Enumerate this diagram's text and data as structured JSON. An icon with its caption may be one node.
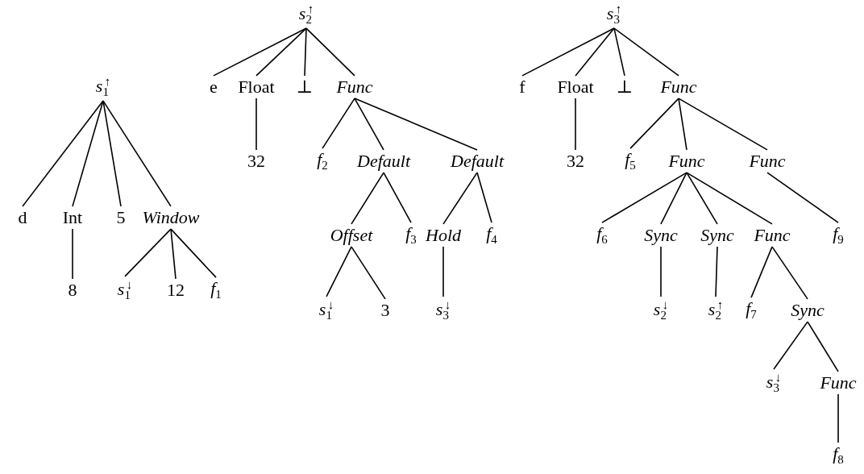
{
  "diagram": {
    "nodes": [
      {
        "text": [
          "*s*$_{1}$$^{↑}$"
        ]
      },
      {
        "text": [
          "d"
        ]
      },
      {
        "text": [
          "Int"
        ]
      },
      {
        "text": [
          "5"
        ]
      },
      {
        "text": [
          "Window"
        ]
      },
      {
        "text": [
          "8"
        ]
      },
      {
        "text": [
          "*s*$_{1}$$^{↓}$"
        ]
      },
      {
        "text": [
          "12"
        ]
      },
      {
        "text": [
          "*f*$_{1}$"
        ]
      },
      {
        "text": [
          "*s*$_{2}$$^{↑}$"
        ]
      },
      {
        "text": [
          "e"
        ]
      },
      {
        "text": [
          "Float"
        ]
      },
      {
        "text": [
          "⊥"
        ]
      },
      {
        "text": [
          "Func"
        ]
      },
      {
        "text": [
          "32"
        ]
      },
      {
        "text": [
          "*f*$_{2}$"
        ]
      },
      {
        "text": [
          "Default"
        ]
      },
      {
        "text": [
          "Default"
        ]
      },
      {
        "text": [
          "Offset"
        ]
      },
      {
        "text": [
          "*f*$_{3}$"
        ]
      },
      {
        "text": [
          "Hold"
        ]
      },
      {
        "text": [
          "*f*$_{4}$"
        ]
      },
      {
        "text": [
          "*s*$_{1}$$^{↓}$"
        ]
      },
      {
        "text": [
          "3"
        ]
      },
      {
        "text": [
          "*s*$_{3}$$^{↓}$"
        ]
      },
      {
        "text": [
          "*s*$_{3}$$^{↑}$"
        ]
      },
      {
        "text": [
          "f"
        ]
      },
      {
        "text": [
          "Float"
        ]
      },
      {
        "text": [
          "⊥"
        ]
      },
      {
        "text": [
          "Func"
        ]
      },
      {
        "text": [
          "32"
        ]
      },
      {
        "text": [
          "*f*$_{5}$"
        ]
      },
      {
        "text": [
          "Func"
        ]
      },
      {
        "text": [
          "Func"
        ]
      },
      {
        "text": [
          "*f*$_{6}$"
        ]
      },
      {
        "text": [
          "Sync"
        ]
      },
      {
        "text": [
          "Sync"
        ]
      },
      {
        "text": [
          "Func"
        ]
      },
      {
        "text": [
          "*f*$_{9}$"
        ]
      },
      {
        "text": [
          "*s*$_{2}$$^{↓}$"
        ]
      },
      {
        "text": [
          "*s*$_{2}$$^{↑}$"
        ]
      },
      {
        "text": [
          "*f*$_{7}$"
        ]
      },
      {
        "text": [
          "Sync"
        ]
      },
      {
        "text": [
          "*s*$_{3}$$^{↓}$"
        ]
      },
      {
        "text": [
          "Func"
        ]
      },
      {
        "text": [
          "*f*$_{8}$"
        ]
      }
    ],
    "edges": [
      {
        "from": 0,
        "to": 1,
        "arrow": "none"
      },
      {
        "from": 0,
        "to": 2,
        "arrow": "none"
      },
      {
        "from": 0,
        "to": 3,
        "arrow": "none"
      },
      {
        "from": 0,
        "to": 4,
        "arrow": "none"
      },
      {
        "from": 2,
        "to": 5,
        "arrow": "none"
      },
      {
        "from": 4,
        "to": 6,
        "arrow": "none"
      },
      {
        "from": 4,
        "to": 7,
        "arrow": "none"
      },
      {
        "from": 4,
        "to": 8,
        "arrow": "none"
      },
      {
        "from": 9,
        "to": 10,
        "arrow": "none"
      },
      {
        "from": 9,
        "to": 11,
        "arrow": "none"
      },
      {
        "from": 9,
        "to": 12,
        "arrow": "none"
      },
      {
        "from": 9,
        "to": 13,
        "arrow": "none"
      },
      {
        "from": 11,
        "to": 14,
        "arrow": "none"
      },
      {
        "from": 13,
        "to": 15,
        "arrow": "none"
      },
      {
        "from": 13,
        "to": 16,
        "arrow": "none"
      },
      {
        "from": 13,
        "to": 17,
        "arrow": "none"
      },
      {
        "from": 16,
        "to": 18,
        "arrow": "none"
      },
      {
        "from": 16,
        "to": 19,
        "arrow": "none"
      },
      {
        "from": 17,
        "to": 20,
        "arrow": "none"
      },
      {
        "from": 17,
        "to": 21,
        "arrow": "none"
      },
      {
        "from": 18,
        "to": 22,
        "arrow": "none"
      },
      {
        "from": 18,
        "to": 23,
        "arrow": "none"
      },
      {
        "from": 20,
        "to": 24,
        "arrow": "none"
      },
      {
        "from": 25,
        "to": 26,
        "arrow": "none"
      },
      {
        "from": 25,
        "to": 27,
        "arrow": "none"
      },
      {
        "from": 25,
        "to": 28,
        "arrow": "none"
      },
      {
        "from": 25,
        "to": 29,
        "arrow": "none"
      },
      {
        "from": 27,
        "to": 30,
        "arrow": "none"
      },
      {
        "from": 29,
        "to": 31,
        "arrow": "none"
      },
      {
        "from": 29,
        "to": 32,
        "arrow": "none"
      },
      {
        "from": 29,
        "to": 33,
        "arrow": "none"
      },
      {
        "from": 32,
        "to": 34,
        "arrow": "none"
      },
      {
        "from": 32,
        "to": 35,
        "arrow": "none"
      },
      {
        "from": 32,
        "to": 36,
        "arrow": "none"
      },
      {
        "from": 32,
        "to": 37,
        "arrow": "none"
      },
      {
        "from": 33,
        "to": 38,
        "arrow": "none"
      },
      {
        "from": 35,
        "to": 39,
        "arrow": "none"
      },
      {
        "from": 36,
        "to": 40,
        "arrow": "none"
      },
      {
        "from": 37,
        "to": 41,
        "arrow": "none"
      },
      {
        "from": 37,
        "to": 42,
        "arrow": "none"
      },
      {
        "from": 42,
        "to": 43,
        "arrow": "none"
      },
      {
        "from": 42,
        "to": 44,
        "arrow": "none"
      },
      {
        "from": 44,
        "to": 45,
        "arrow": "none"
      }
    ]
  }
}
